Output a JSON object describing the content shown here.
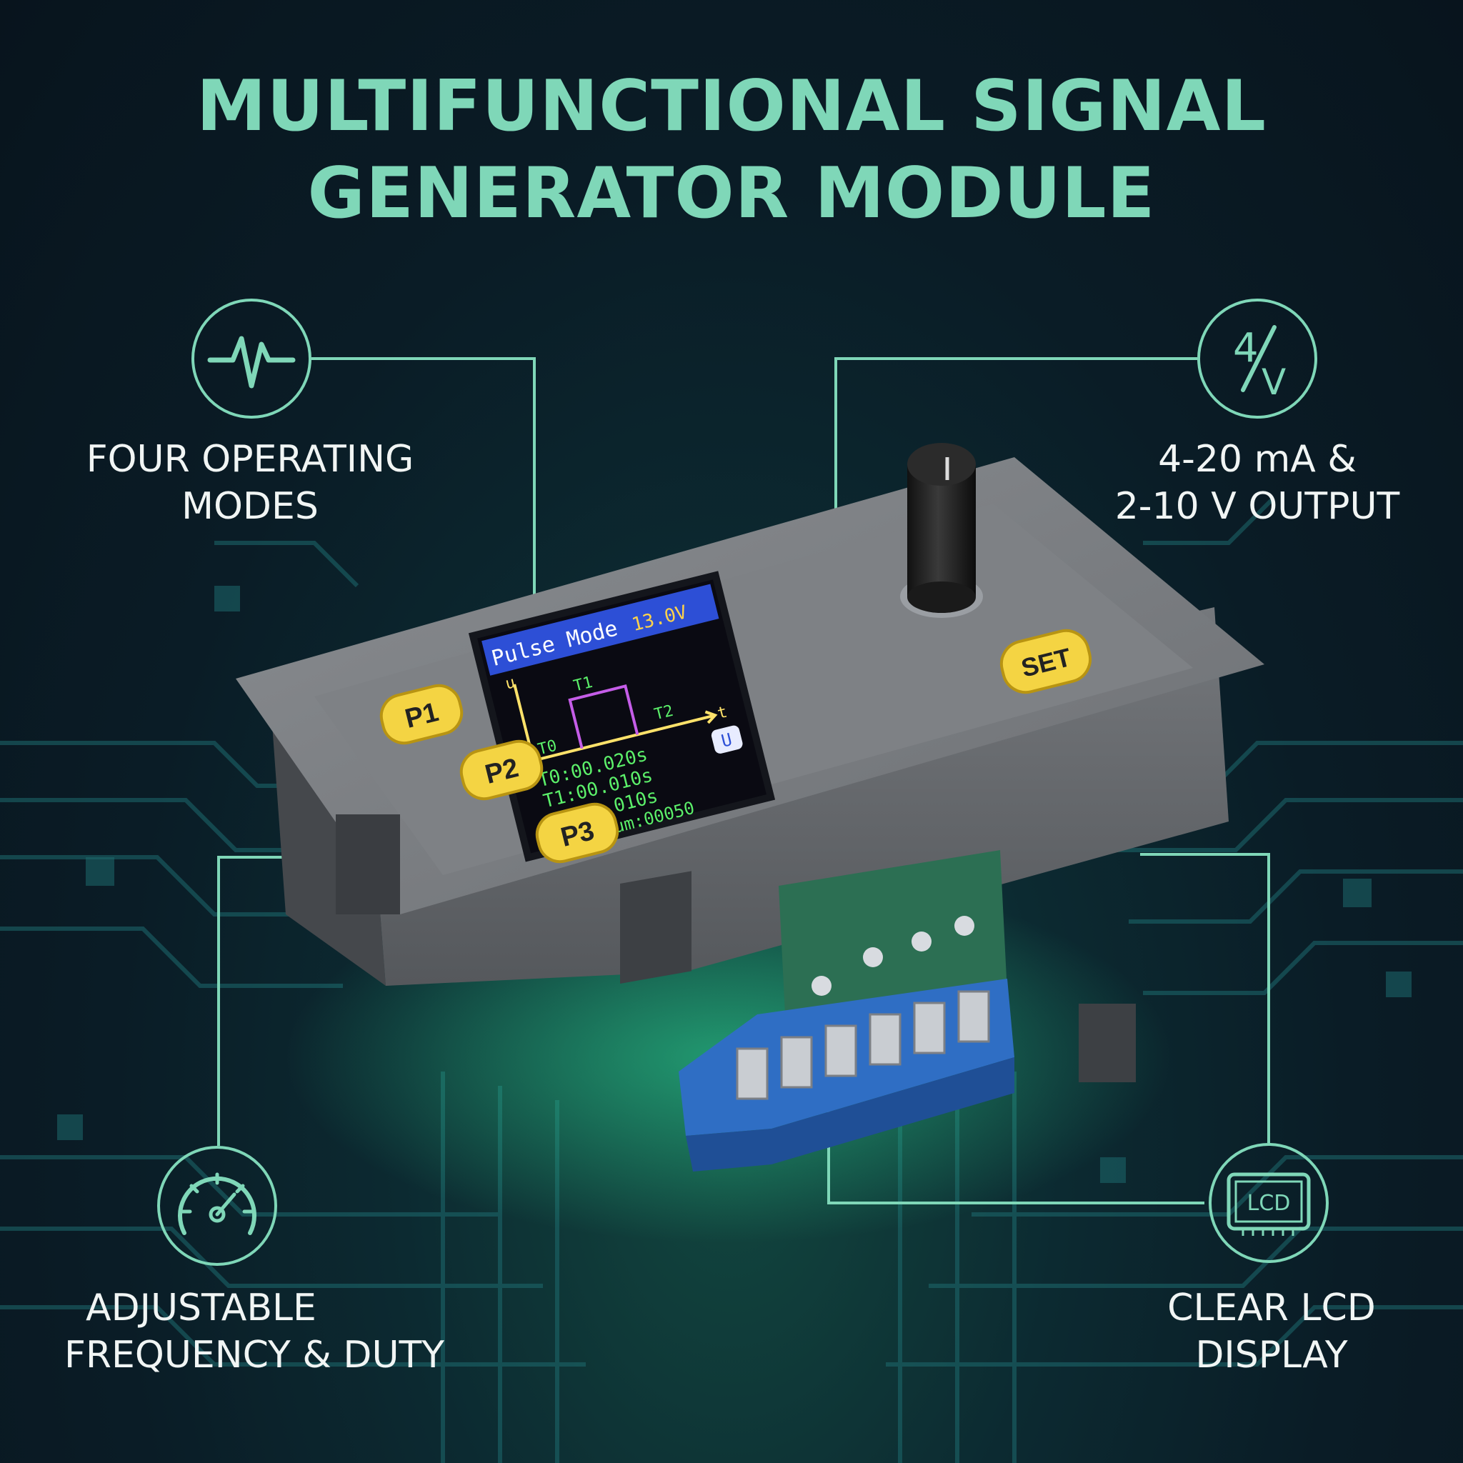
{
  "title": {
    "line1": "MULTIFUNCTIONAL SIGNAL",
    "line2": "GENERATOR MODULE"
  },
  "features": {
    "modes": {
      "line1": "FOUR OPERATING",
      "line2": "MODES",
      "icon": "heartbeat-waveform-icon"
    },
    "output": {
      "line1": "4-20 mA &",
      "line2": "2-10 V OUTPUT",
      "icon": "current-voltage-icon",
      "icon_top": "4",
      "icon_bottom": "V"
    },
    "frequency": {
      "line1": "ADJUSTABLE",
      "line2": "FREQUENCY & DUTY",
      "icon": "speedometer-gauge-icon"
    },
    "lcd": {
      "line1": "CLEAR LCD",
      "line2": "DISPLAY",
      "icon": "lcd-screen-icon",
      "icon_text": "LCD"
    }
  },
  "device": {
    "buttons": {
      "p1": "P1",
      "p2": "P2",
      "p3": "P3",
      "set": "SET"
    },
    "screen": {
      "mode_title": "Pulse Mode",
      "voltage": "13.0V",
      "axis_u": "u",
      "axis_t": "t",
      "t0_label": "T0",
      "t1_label": "T1",
      "t2_label": "T2",
      "line_t0": "T0:00.020s",
      "line_t1": "T1:00.010s",
      "line_t2": "T2:00.010s",
      "line_pulse": "PulseNum:00050",
      "badge": "U"
    }
  },
  "colors": {
    "accent": "#7fd7b8",
    "button_yellow": "#f4d443",
    "housing_gray": "#6b6e72",
    "terminal_blue": "#2f6ec4",
    "screen_green": "#5cf06a"
  }
}
